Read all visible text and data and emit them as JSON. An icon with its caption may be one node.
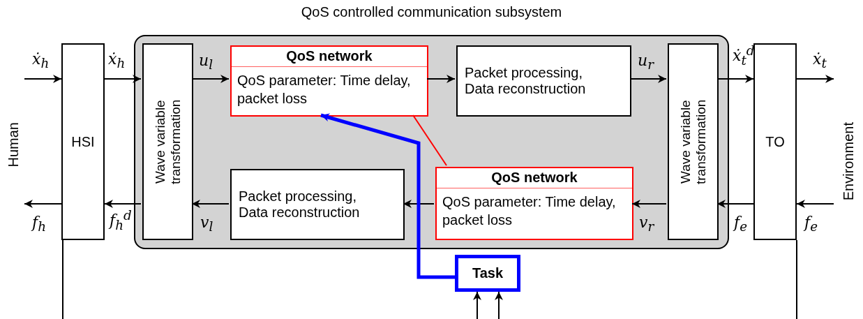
{
  "diagram": {
    "nodes": [
      {
        "text": [
          "QoS controlled communication subsystem"
        ]
      },
      {
        "text": [
          "HSI"
        ]
      },
      {
        "text": [
          "Wave variable transformation"
        ],
        "in": 0
      },
      {
        "text": [
          "QoS network",
          "QoS parameter: Time delay, packet loss"
        ],
        "in": 0
      },
      {
        "text": [
          "Packet processing, Data reconstruction"
        ],
        "in": 0
      },
      {
        "text": [
          "Wave variable transformation"
        ],
        "in": 0
      },
      {
        "text": [
          "TO"
        ]
      },
      {
        "text": [
          "QoS network",
          "QoS parameter: Time delay, packet loss"
        ],
        "in": 0
      },
      {
        "text": [
          "Packet processing, Data reconstruction"
        ],
        "in": 0
      },
      {
        "text": [
          "Task"
        ]
      }
    ],
    "edges": [
      {
        "from": null,
        "to": 1,
        "arrow": "to",
        "label": "ẋ$_{h}$"
      },
      {
        "from": 1,
        "to": 2,
        "arrow": "to",
        "label": "ẋ$_{h}$"
      },
      {
        "from": 2,
        "to": 3,
        "arrow": "to",
        "label": "u$_{l}$"
      },
      {
        "from": 3,
        "to": 4,
        "arrow": "to"
      },
      {
        "from": 4,
        "to": 5,
        "arrow": "to",
        "label": "u$_{r}$"
      },
      {
        "from": 5,
        "to": 6,
        "arrow": "to",
        "label": "ẋ$_{t}$$^{d}$"
      },
      {
        "from": 6,
        "to": null,
        "arrow": "to",
        "label": "ẋ$_{t}$"
      },
      {
        "from": null,
        "to": 6,
        "arrow": "to",
        "label": "f$_{e}$"
      },
      {
        "from": 6,
        "to": 5,
        "arrow": "to",
        "label": "f$_{e}$"
      },
      {
        "from": 5,
        "to": 7,
        "arrow": "to",
        "label": "v$_{r}$"
      },
      {
        "from": 7,
        "to": 8,
        "arrow": "to"
      },
      {
        "from": 8,
        "to": 2,
        "arrow": "to",
        "label": "v$_{l}$"
      },
      {
        "from": 2,
        "to": 1,
        "arrow": "to",
        "label": "f$_{h}$$^{d}$"
      },
      {
        "from": 1,
        "to": null,
        "arrow": "to",
        "label": "f$_{h}$"
      },
      {
        "from": 3,
        "to": 7,
        "arrow": "none",
        "color": "#ff0000"
      },
      {
        "from": 9,
        "to": 3,
        "arrow": "to",
        "style": "thick",
        "color": "#0000ff"
      },
      {
        "from": null,
        "to": 9,
        "arrow": "to"
      },
      {
        "from": null,
        "to": 9,
        "arrow": "to"
      },
      {
        "from": 1,
        "to": null,
        "arrow": "none"
      },
      {
        "from": 6,
        "to": null,
        "arrow": "none"
      }
    ],
    "labels": [
      "Human",
      "Environment"
    ]
  }
}
